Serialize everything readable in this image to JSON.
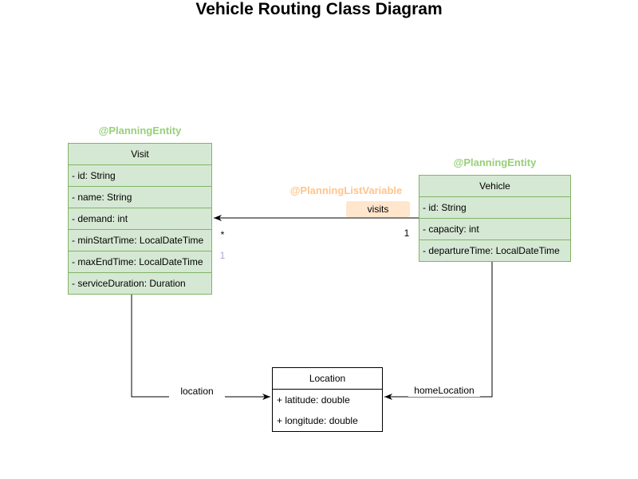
{
  "title": "Vehicle Routing Class Diagram",
  "colors": {
    "class_fill_green": "#d5e8d4",
    "class_stroke_green": "#82b366",
    "annotation_green": "#97d077",
    "annotation_orange": "#ffc48c",
    "label_fill_orange": "#ffe6cc",
    "multiplicity_purple": "#b5a1d8",
    "edge_black": "#000000"
  },
  "classes": {
    "visit": {
      "annotation": "@PlanningEntity",
      "name": "Visit",
      "attributes": [
        "- id: String",
        "- name: String",
        "- demand: int",
        "- minStartTime: LocalDateTime",
        "- maxEndTime: LocalDateTime",
        "- serviceDuration: Duration"
      ]
    },
    "vehicle": {
      "annotation": "@PlanningEntity",
      "name": "Vehicle",
      "attributes": [
        "- id: String",
        "- capacity: int",
        "- departureTime: LocalDateTime"
      ]
    },
    "location": {
      "name": "Location",
      "attributes": [
        "+ latitude: double",
        "+ longitude: double"
      ]
    }
  },
  "relationships": {
    "visits": {
      "annotation": "@PlanningListVariable",
      "label": "visits",
      "multiplicity_visit_end": "*",
      "multiplicity_vehicle_end": "1",
      "multiplicity_extra": "1"
    },
    "location_edge": {
      "label": "location"
    },
    "home_location_edge": {
      "label": "homeLocation"
    }
  }
}
